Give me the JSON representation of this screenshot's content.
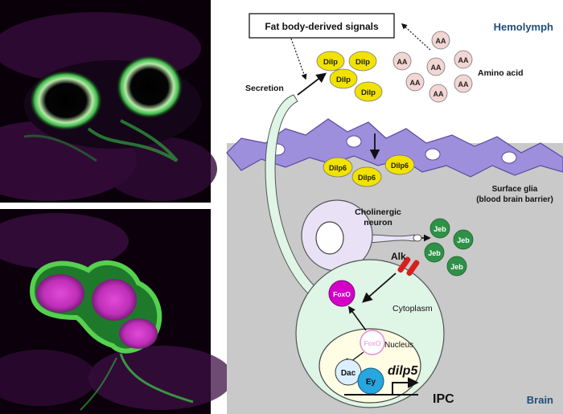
{
  "diagram": {
    "signals_box": "Fat body-derived signals",
    "hemolymph": "Hemolymph",
    "brain": "Brain",
    "secretion": "Secretion",
    "dilp": "Dilp",
    "aa": "AA",
    "amino_acid": "Amino acid",
    "dilp6": "Dilp6",
    "surface_glia_line1": "Surface glia",
    "surface_glia_line2": "(blood brain barrier)",
    "cholinergic_line1": "Cholinergic",
    "cholinergic_line2": "neuron",
    "jeb": "Jeb",
    "alk": "Alk",
    "foxo": "FoxO",
    "cytoplasm": "Cytoplasm",
    "nucleus": "Nucleus",
    "dac": "Dac",
    "ey": "Ey",
    "dilp5": "dilp5",
    "ipc": "IPC"
  },
  "colors": {
    "hemolymph_label": "#1f4e79",
    "brain_bg": "#c9c9c9",
    "glia": "#8f7fd6",
    "dilp_fill": "#f2e200",
    "aa_fill": "#f2d6d3",
    "jeb_fill": "#2e9147",
    "foxo_fill": "#d400c8",
    "alk_fill": "#d81e1e",
    "ipc_fill": "#dff5e6",
    "dac_fill": "#dcefff",
    "ey_fill": "#27a6e0"
  }
}
